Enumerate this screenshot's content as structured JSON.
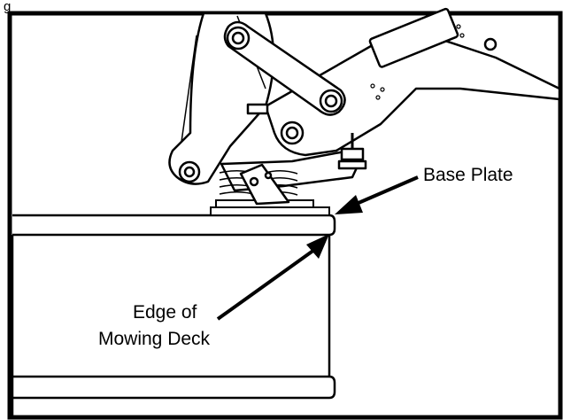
{
  "figure": {
    "number_label": "g",
    "callouts": {
      "base_plate": "Base Plate",
      "edge_line1": "Edge of",
      "edge_line2": "Mowing Deck"
    }
  }
}
